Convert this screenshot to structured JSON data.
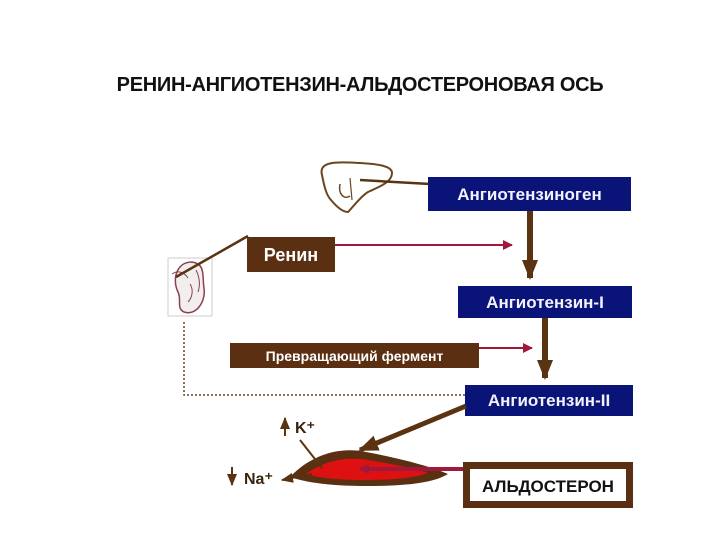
{
  "title": "РЕНИН-АНГИОТЕНЗИН-АЛЬДОСТЕРОНОВАЯ ОСЬ",
  "nodes": {
    "angiotensinogen": "Ангиотензиноген",
    "renin": "Ренин",
    "angiotensin1": "Ангиотензин-I",
    "converting_enzyme": "Превращающий фермент",
    "angiotensin2": "Ангиотензин-II",
    "aldosterone": "АЛЬДОСТЕРОН"
  },
  "ions": {
    "potassium": "K⁺",
    "sodium": "Na⁺"
  },
  "icons": [
    "liver-icon",
    "kidney-icon",
    "kidney-tubule-icon"
  ],
  "colors": {
    "blue_box": "#0a1478",
    "brown_box": "#5a2f12",
    "blue_text": "#f2f2ff",
    "arrow_red": "#a0183a",
    "arrow_brown": "#5a3310",
    "tubule_red": "#dd1111"
  }
}
